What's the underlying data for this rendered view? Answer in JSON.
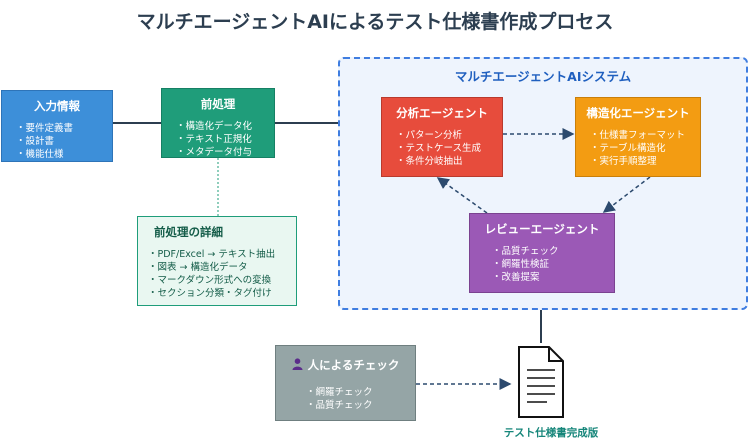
{
  "title": "マルチエージェントAIによるテスト仕様書作成プロセス",
  "input": {
    "title": "入力情報",
    "items": [
      "要件定義書",
      "設計書",
      "機能仕様"
    ]
  },
  "preprocess": {
    "title": "前処理",
    "items": [
      "構造化データ化",
      "テキスト正規化",
      "メタデータ付与"
    ]
  },
  "preprocess_detail": {
    "title": "前処理の詳細",
    "items": [
      "PDF/Excel → テキスト抽出",
      "図表 → 構造化データ",
      "マークダウン形式への変換",
      "セクション分類・タグ付け"
    ]
  },
  "system": {
    "title": "マルチエージェントAIシステム"
  },
  "analysis_agent": {
    "title": "分析エージェント",
    "items": [
      "パターン分析",
      "テストケース生成",
      "条件分岐抽出"
    ]
  },
  "structuring_agent": {
    "title": "構造化エージェント",
    "items": [
      "仕様書フォーマット",
      "テーブル構造化",
      "実行手順整理"
    ]
  },
  "review_agent": {
    "title": "レビューエージェント",
    "items": [
      "品質チェック",
      "網羅性検証",
      "改善提案"
    ]
  },
  "human_check": {
    "title": "人によるチェック",
    "icon": "person-icon",
    "items": [
      "網羅チェック",
      "品質チェック"
    ]
  },
  "output": {
    "label": "テスト仕様書完成版",
    "icon": "document-icon"
  },
  "colors": {
    "input": "#3d8fd9",
    "preprocess": "#1f9d7a",
    "analysis": "#e74c3c",
    "structuring": "#f39c12",
    "review": "#9b59b6",
    "human": "#95a5a6",
    "system_border": "#3f7de0",
    "arrow": "#2c4a6e"
  }
}
